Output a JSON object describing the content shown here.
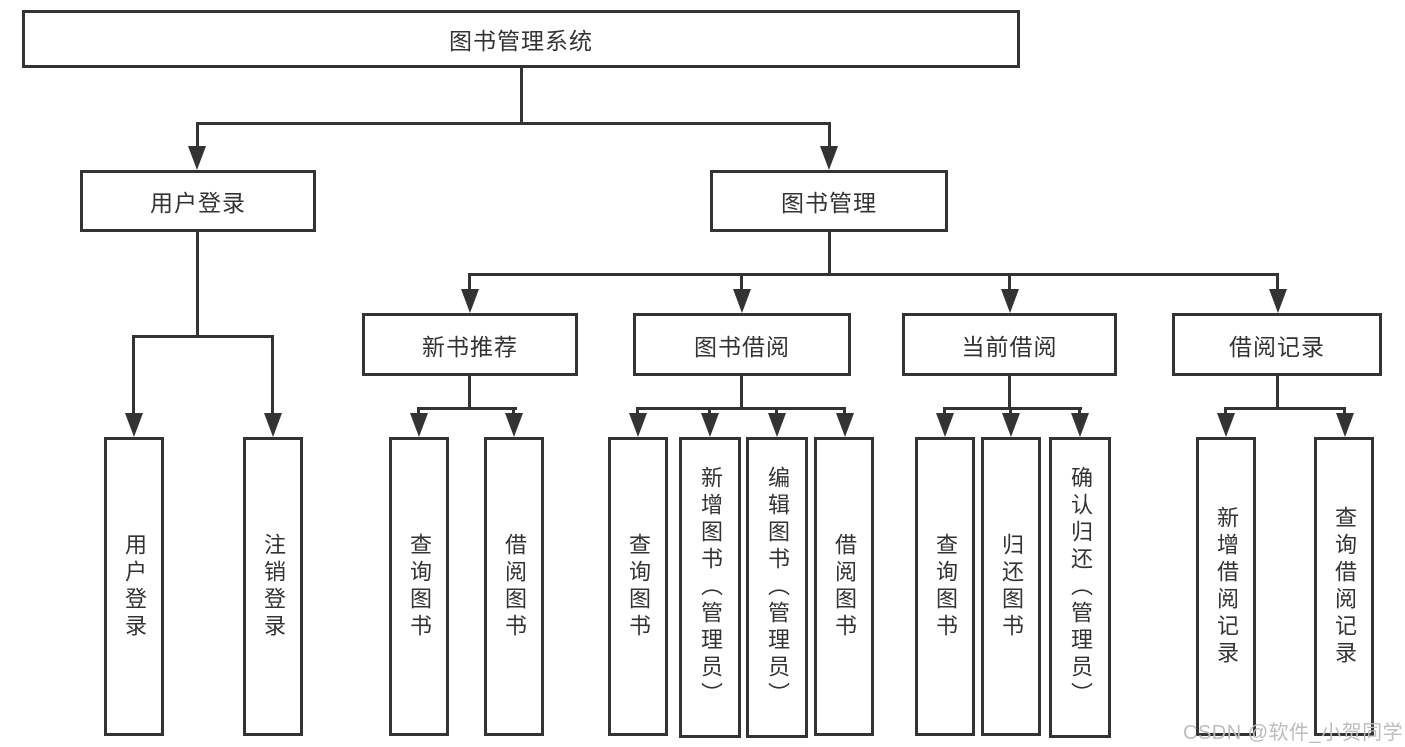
{
  "diagram": {
    "type": "hierarchy",
    "root": {
      "label": "图书管理系统"
    },
    "level2": [
      {
        "id": "user_login",
        "label": "用户登录"
      },
      {
        "id": "book_mgmt",
        "label": "图书管理"
      }
    ],
    "level3": [
      {
        "id": "new_book",
        "label": "新书推荐",
        "parent": "book_mgmt"
      },
      {
        "id": "book_borrow",
        "label": "图书借阅",
        "parent": "book_mgmt"
      },
      {
        "id": "current_borrow",
        "label": "当前借阅",
        "parent": "book_mgmt"
      },
      {
        "id": "borrow_records",
        "label": "借阅记录",
        "parent": "book_mgmt"
      }
    ],
    "leaves": {
      "user_login": [
        {
          "label": "用户登录"
        },
        {
          "label": "注销登录"
        }
      ],
      "new_book": [
        {
          "label": "查询图书"
        },
        {
          "label": "借阅图书"
        }
      ],
      "book_borrow": [
        {
          "label": "查询图书"
        },
        {
          "label": "新增图书（管理员）"
        },
        {
          "label": "编辑图书（管理员）"
        },
        {
          "label": "借阅图书"
        }
      ],
      "current_borrow": [
        {
          "label": "查询图书"
        },
        {
          "label": "归还图书"
        },
        {
          "label": "确认归还（管理员）"
        }
      ],
      "borrow_records": [
        {
          "label": "新增借阅记录"
        },
        {
          "label": "查询借阅记录"
        }
      ]
    }
  },
  "watermark": {
    "text": "CSDN @软件_小贺同学"
  },
  "colors": {
    "line": "#333333",
    "text": "#333333",
    "background": "#ffffff",
    "watermark": "#bdbdbd"
  }
}
